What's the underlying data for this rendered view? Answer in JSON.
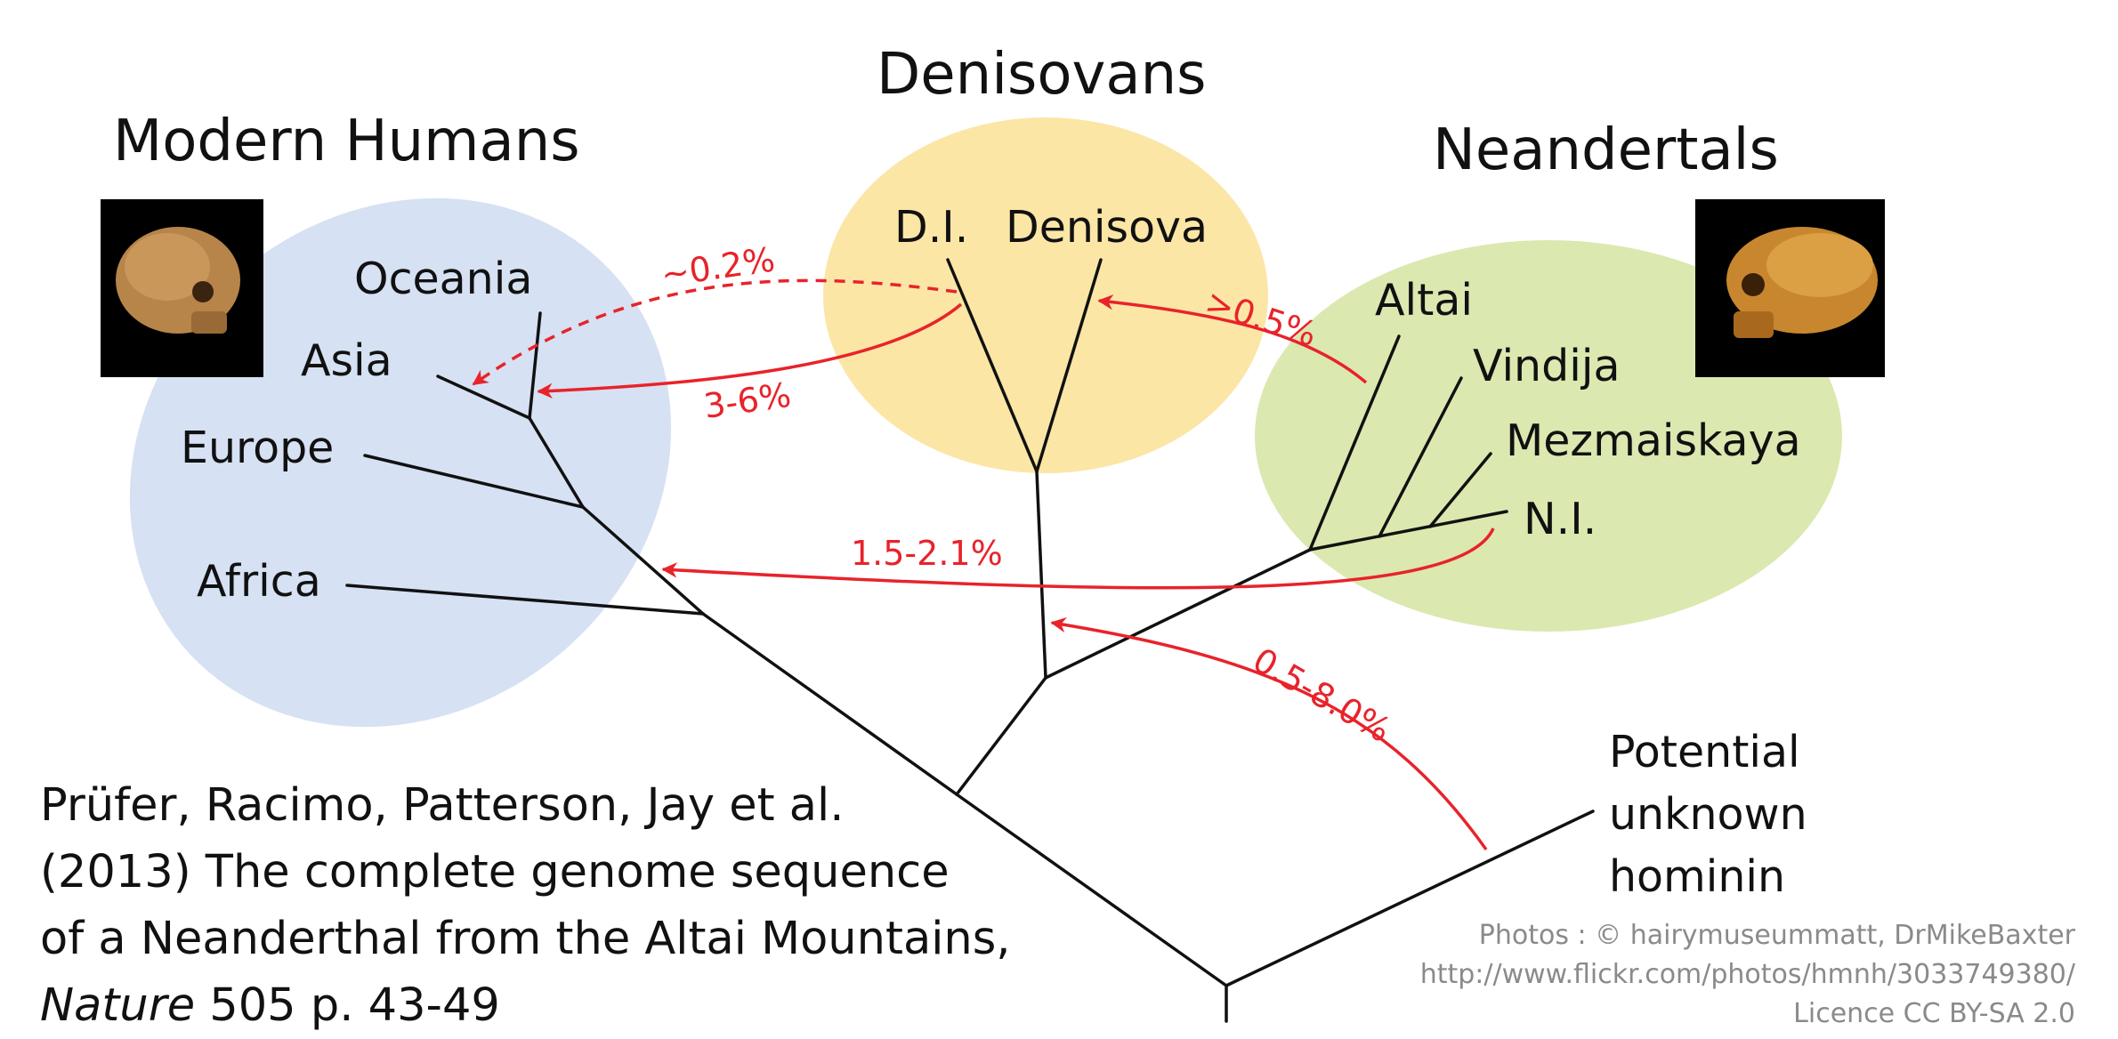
{
  "groups": {
    "modern_humans": "Modern Humans",
    "denisovans": "Denisovans",
    "neandertals": "Neandertals"
  },
  "leaves": {
    "oceania": "Oceania",
    "asia": "Asia",
    "europe": "Europe",
    "africa": "Africa",
    "di": "D.I.",
    "denisova": "Denisova",
    "altai": "Altai",
    "vindija": "Vindija",
    "mezmaiskaya": "Mezmaiskaya",
    "ni": "N.I.",
    "unknown_1": "Potential",
    "unknown_2": "unknown",
    "unknown_3": "hominin"
  },
  "gene_flow": {
    "denisovan_to_oceania_dashed": "~0.2%",
    "denisovan_to_oceania": "3-6%",
    "neandertal_to_denisovan": ">0.5%",
    "neandertal_to_humans": "1.5-2.1%",
    "unknown_to_denisovan": "0.5-8.0%"
  },
  "icons": {
    "human_skull": "human-skull-photo",
    "neandertal_skull": "neandertal-skull-photo"
  },
  "colors": {
    "modern_humans_blob": "#d6e1f3",
    "denisovans_blob": "#fbe6a6",
    "neandertals_blob": "#dbe8b0",
    "gene_flow": "#e8232a",
    "tree": "#111111",
    "credits": "#8a8a8a"
  },
  "citation": {
    "line1": "Prüfer, Racimo, Patterson, Jay et al.",
    "line2": "(2013) The complete genome sequence",
    "line3": "of a Neanderthal from the Altai Mountains,",
    "journal": "Nature",
    "pages": " 505 p. 43-49"
  },
  "credits": {
    "photos": "Photos : © hairymuseummatt, DrMikeBaxter",
    "url": "http://www.flickr.com/photos/hmnh/3033749380/",
    "licence": "Licence CC BY-SA 2.0"
  }
}
